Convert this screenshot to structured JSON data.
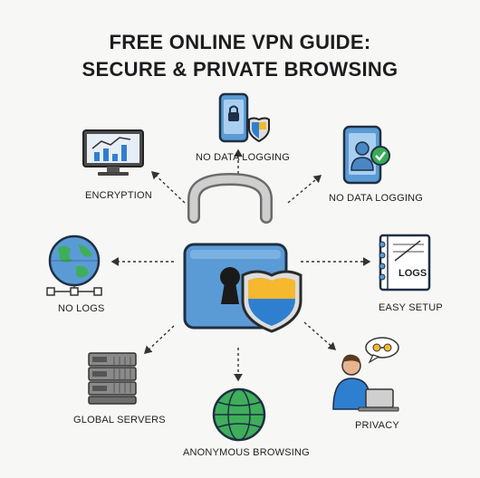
{
  "header": {
    "title_line1": "FREE ONLINE VPN GUIDE:",
    "title_line2": "SECURE & PRIVATE BROWSING"
  },
  "nodes": {
    "top": "NO DATA LOGGING",
    "top_right": "NO DATA LOGGING",
    "top_left": "ENCRYPTION",
    "left": "NO LOGS",
    "right": "EASY SETUP",
    "right_notebook_text": "LOGS",
    "bottom_left": "GLOBAL SERVERS",
    "bottom": "ANONYMOUS BROWSING",
    "bottom_right": "PRIVACY"
  },
  "icons": {
    "center": "padlock-shield-icon",
    "top": "phone-lock-shield-icon",
    "top_right": "phone-user-check-icon",
    "top_left": "monitor-chart-icon",
    "left": "globe-network-icon",
    "right": "logs-notebook-icon",
    "bottom_left": "server-rack-icon",
    "bottom": "globe-icon",
    "bottom_right": "person-laptop-icon"
  },
  "colors": {
    "lock_blue": "#5b9bd5",
    "shield_blue": "#2f7fd0",
    "shield_yellow": "#f5b82e",
    "globe_green": "#3fae5a",
    "check_green": "#3aaa55",
    "person_blue": "#2f7fd0"
  }
}
